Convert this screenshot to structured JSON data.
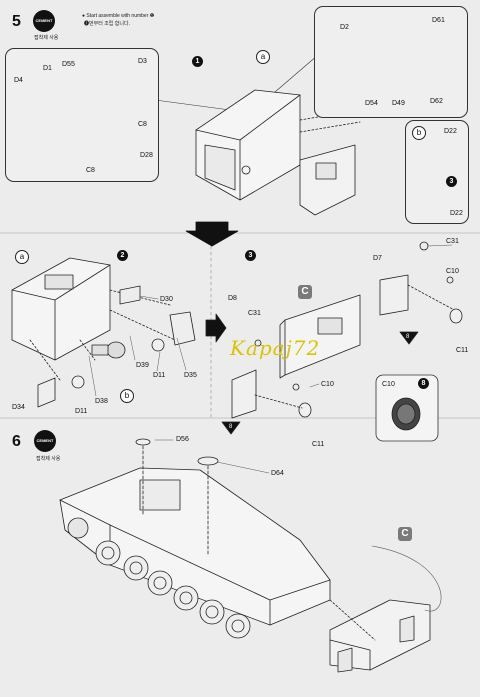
{
  "step5": {
    "number": "5",
    "cement_badge": "CEMENT",
    "cement_caption": "접착제 사용",
    "note_en": "● Start assemble with number ❶",
    "note_kr": "❶번부터 조립 합니다.",
    "substep_1": "1",
    "assembly_ref": "a",
    "parts": [
      "D4",
      "D1",
      "D55",
      "D3",
      "C8",
      "D28",
      "C8"
    ],
    "inset_top_parts": [
      "D2",
      "D61",
      "D54",
      "D49",
      "D62"
    ],
    "inset_b_ref": "b",
    "inset_b_parts": [
      "D22",
      "D22"
    ],
    "inset_b_flag": "3"
  },
  "step5_lower": {
    "substep_2": "2",
    "substep_3": "3",
    "assembly_ref_a": "a",
    "assembly_ref_b": "b",
    "parts_left": [
      "D30",
      "D39",
      "D11",
      "D35",
      "D34",
      "D11",
      "D38"
    ],
    "parts_right": [
      "C31",
      "D7",
      "C10",
      "D8",
      "C31",
      "C10",
      "C11",
      "C11"
    ],
    "callout_C": "C",
    "flags": [
      "8",
      "8"
    ],
    "detail_label": "C10",
    "detail_flag": "8"
  },
  "step6": {
    "number": "6",
    "cement_badge": "CEMENT",
    "cement_caption": "접착제 사용",
    "parts": [
      "D56",
      "D64"
    ],
    "callout_C": "C"
  },
  "watermark": "Kapaj72",
  "colors": {
    "paper": "#ececec",
    "ink": "#111111",
    "callout_grey": "#7a7a7a",
    "watermark": "#d8c400"
  }
}
